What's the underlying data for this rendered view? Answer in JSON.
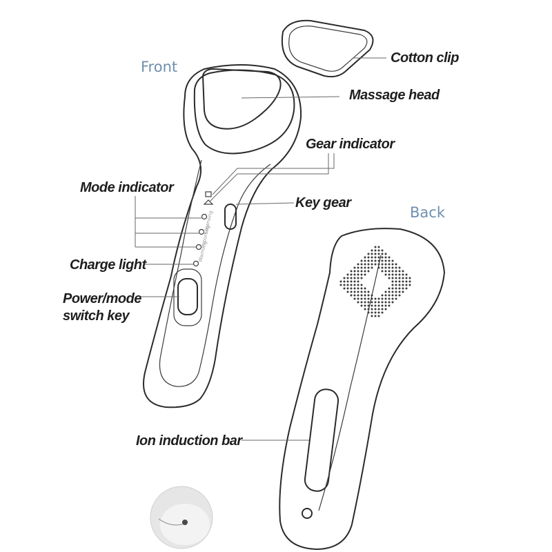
{
  "views": {
    "front": "Front",
    "back": "Back"
  },
  "labels": {
    "cotton_clip": "Cotton clip",
    "massage_head": "Massage head",
    "gear_indicator": "Gear indicator",
    "mode_indicator": "Mode indicator",
    "key_gear": "Key gear",
    "charge_light": "Charge light",
    "power_mode_line1": "Power/mode",
    "power_mode_line2": "switch key",
    "ion_induction_bar": "Ion induction bar"
  },
  "modes": [
    "Cleansing",
    "Importing",
    "Warming"
  ]
}
